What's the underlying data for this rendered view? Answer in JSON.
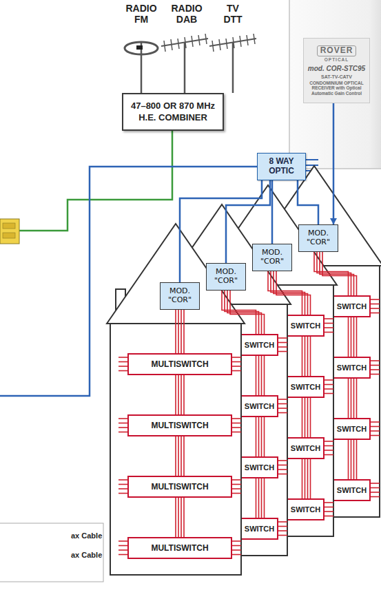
{
  "diagram": {
    "nodes": [
      {
        "text": [
          "47–800 OR 870 MHz H.E. COMBINER"
        ]
      },
      {
        "text": [
          "ROVER",
          "OPTICAL",
          "mod. COR-STC95",
          "SAT-TV-CATV",
          "CONDOMINIUM OPTICAL RECEIVER with Optical Automatic Gain Control"
        ]
      },
      {
        "text": [
          "8 WAY OPTIC"
        ]
      },
      {
        "text": [
          "MOD. \"COR\""
        ]
      },
      {
        "text": [
          "MOD. \"COR\""
        ]
      },
      {
        "text": [
          "MOD. \"COR\""
        ]
      },
      {
        "text": [
          "MOD. \"COR\""
        ]
      },
      {
        "text": [
          "MULTISWITCH"
        ]
      },
      {
        "text": [
          "MULTISWITCH"
        ]
      },
      {
        "text": [
          "MULTISWITCH"
        ]
      },
      {
        "text": [
          "MULTISWITCH"
        ]
      },
      {
        "text": [
          "SWITCH"
        ]
      },
      {
        "text": [
          "SWITCH"
        ]
      },
      {
        "text": [
          "SWITCH"
        ]
      },
      {
        "text": [
          "SWITCH"
        ]
      },
      {
        "text": [
          "SWITCH"
        ]
      },
      {
        "text": [
          "SWITCH"
        ]
      },
      {
        "text": [
          "SWITCH"
        ]
      },
      {
        "text": [
          "SWITCH"
        ]
      },
      {
        "text": [
          "SWITCH"
        ]
      },
      {
        "text": [
          "SWITCH"
        ]
      },
      {
        "text": [
          "SWITCH"
        ]
      },
      {
        "text": [
          "SWITCH"
        ]
      }
    ],
    "edges": [
      {
        "from": 2,
        "to": 3,
        "arrow": "none"
      },
      {
        "from": 2,
        "to": 4,
        "arrow": "none"
      },
      {
        "from": 2,
        "to": 5,
        "arrow": "none"
      },
      {
        "from": 2,
        "to": 6,
        "arrow": "none"
      },
      {
        "from": 1,
        "to": 6,
        "arrow": "to"
      },
      {
        "from": 3,
        "to": 7,
        "arrow": "none"
      },
      {
        "from": 7,
        "to": 8,
        "arrow": "none"
      },
      {
        "from": 8,
        "to": 9,
        "arrow": "none"
      },
      {
        "from": 9,
        "to": 10,
        "arrow": "none"
      },
      {
        "from": 4,
        "to": 11,
        "arrow": "none"
      },
      {
        "from": 11,
        "to": 12,
        "arrow": "none"
      },
      {
        "from": 12,
        "to": 13,
        "arrow": "none"
      },
      {
        "from": 13,
        "to": 14,
        "arrow": "none"
      },
      {
        "from": 5,
        "to": 15,
        "arrow": "none"
      },
      {
        "from": 15,
        "to": 16,
        "arrow": "none"
      },
      {
        "from": 16,
        "to": 17,
        "arrow": "none"
      },
      {
        "from": 17,
        "to": 18,
        "arrow": "none"
      },
      {
        "from": 6,
        "to": 19,
        "arrow": "none"
      },
      {
        "from": 19,
        "to": 20,
        "arrow": "none"
      },
      {
        "from": 20,
        "to": 21,
        "arrow": "none"
      },
      {
        "from": 21,
        "to": 22,
        "arrow": "none"
      }
    ],
    "labels": [
      "RADIO FM",
      "RADIO DAB",
      "TV DTT"
    ],
    "legend": [
      {
        "text": "ax Cable"
      },
      {
        "text": "ax Cable"
      }
    ]
  }
}
